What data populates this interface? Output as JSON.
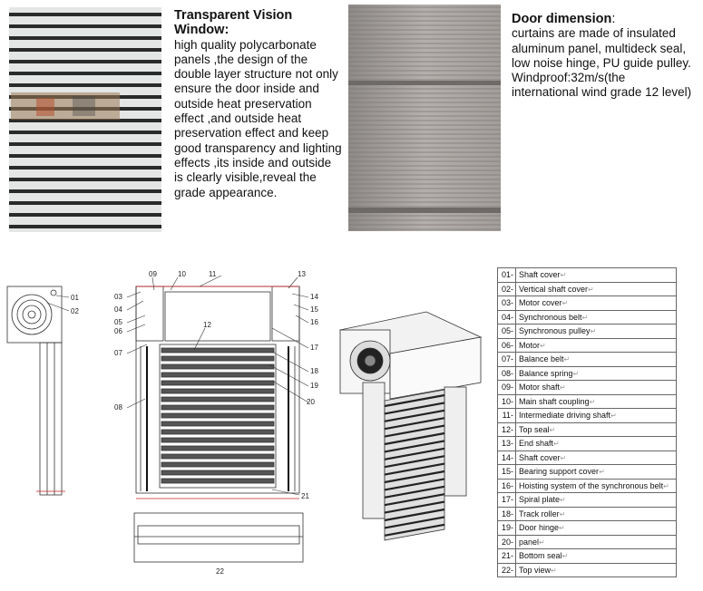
{
  "window_section": {
    "title": "Transparent Vision Window",
    "text": "high quality polycarbonate panels ,the design of the double layer structure  not only ensure the door inside and outside heat preservation effect ,and outside heat preservation effect and keep good transparency and lighting effects ,its inside and outside is clearly visible,reveal the grade appearance."
  },
  "door_section": {
    "title": "Door dimension",
    "text": "curtains are made of insulated aluminum panel, multideck seal, low noise hinge, PU guide pulley. Windproof:32m/s(the international wind grade 12 level)"
  },
  "callouts": [
    "01",
    "02",
    "03",
    "04",
    "05",
    "06",
    "07",
    "08",
    "09",
    "10",
    "11",
    "12",
    "13",
    "14",
    "15",
    "16",
    "17",
    "18",
    "19",
    "20",
    "21",
    "22"
  ],
  "parts": [
    {
      "num": "01",
      "name": "Shaft cover"
    },
    {
      "num": "02",
      "name": "Vertical shaft cover"
    },
    {
      "num": "03",
      "name": "Motor cover"
    },
    {
      "num": "04",
      "name": "Synchronous belt"
    },
    {
      "num": "05",
      "name": "Synchronous pulley"
    },
    {
      "num": "06",
      "name": "Motor"
    },
    {
      "num": "07",
      "name": "Balance belt"
    },
    {
      "num": "08",
      "name": "Balance spring"
    },
    {
      "num": "09",
      "name": "Motor shaft"
    },
    {
      "num": "10",
      "name": "Main shaft coupling"
    },
    {
      "num": "11",
      "name": "Intermediate driving shaft"
    },
    {
      "num": "12",
      "name": "Top seal"
    },
    {
      "num": "13",
      "name": "End shaft"
    },
    {
      "num": "14",
      "name": "Shaft cover"
    },
    {
      "num": "15",
      "name": "Bearing support cover"
    },
    {
      "num": "16",
      "name": "Hoisting system of the synchronous belt"
    },
    {
      "num": "17",
      "name": "Spiral plate"
    },
    {
      "num": "18",
      "name": "Track roller"
    },
    {
      "num": "19",
      "name": "Door hinge"
    },
    {
      "num": "20",
      "name": "panel"
    },
    {
      "num": "21",
      "name": "Bottom seal"
    },
    {
      "num": "22",
      "name": "Top view"
    }
  ],
  "return_mark": "↵"
}
